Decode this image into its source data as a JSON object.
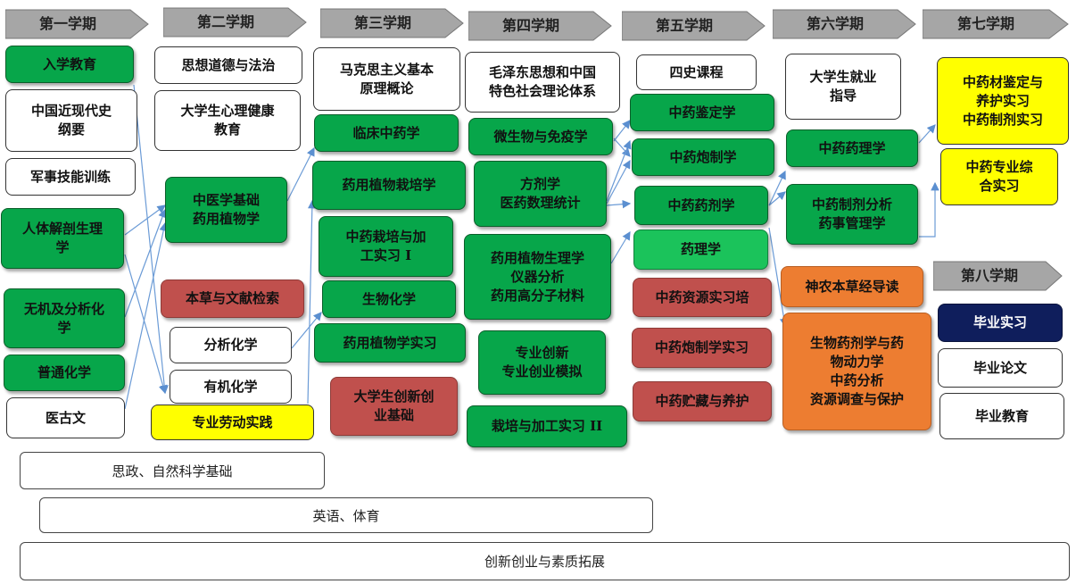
{
  "semesters": [
    "第一学期",
    "第二学期",
    "第三学期",
    "第四学期",
    "第五学期",
    "第六学期",
    "第七学期",
    "第八学期"
  ],
  "courses": {
    "c1_entry": "入学教育",
    "c1_history": "中国近现代史\n纲要",
    "c1_military": "军事技能训练",
    "c1_anatomy": "人体解剖生理\n学",
    "c1_chem": "无机及分析化\n学",
    "c1_genchem": "普通化学",
    "c1_ancient": "医古文",
    "c2_morals": "思想道德与法治",
    "c2_psych": "大学生心理健康\n教育",
    "c2_tcm": "中医学基础\n药用植物学",
    "c2_herbal": "本草与文献检索",
    "c2_analytic": "分析化学",
    "c2_organic": "有机化学",
    "c2_labor": "专业劳动实践",
    "c3_marx": "马克思主义基本\n原理概论",
    "c3_clinical": "临床中药学",
    "c3_plantcult": "药用植物栽培学",
    "c3_cultpract": "中药栽培与加\n工实习 I",
    "c3_biochem": "生物化学",
    "c3_plantlab": "药用植物学实习",
    "c3_innov": "大学生创新创\n业基础",
    "c4_mao": "毛泽东思想和中国\n特色社会理论体系",
    "c4_micro": "微生物与免疫学",
    "c4_formula": "方剂学\n医药数理统计",
    "c4_physio": "药用植物生理学\n仪器分析\n药用高分子材料",
    "c4_prof": "专业创新\n专业创业模拟",
    "c4_cult2": "栽培与加工实习 II",
    "c5_history": "四史课程",
    "c5_ident": "中药鉴定学",
    "c5_process": "中药炮制学",
    "c5_pharmaceut": "中药药剂学",
    "c5_pharmacol": "药理学",
    "c5_resource": "中药资源实习培",
    "c5_processlab": "中药炮制学实习",
    "c5_storage": "中药贮藏与养护",
    "c6_career": "大学生就业\n指导",
    "c6_tcmpharm": "中药药理学",
    "c6_analysis": "中药制剂分析\n药事管理学",
    "c6_shennong": "神农本草经导读",
    "c6_bio": "生物药剂学与药\n物动力学\n中药分析\n资源调查与保护",
    "c7_ident": "中药材鉴定与\n养护实习\n中药制剂实习",
    "c7_comp": "中药专业综\n合实习",
    "c8_intern": "毕业实习",
    "c8_thesis": "毕业论文",
    "c8_edu": "毕业教育"
  },
  "bands": [
    "思政、自然科学基础",
    "英语、体育",
    "创新创业与素质拓展"
  ],
  "colors": {
    "header": "#a6a6a6",
    "green": "#07a64a",
    "light_green": "#1bc35b",
    "red": "#c0504d",
    "orange": "#ed7d31",
    "yellow": "#ffff00",
    "navy": "#0f1e5c",
    "arrow": "#5b8fd0"
  }
}
